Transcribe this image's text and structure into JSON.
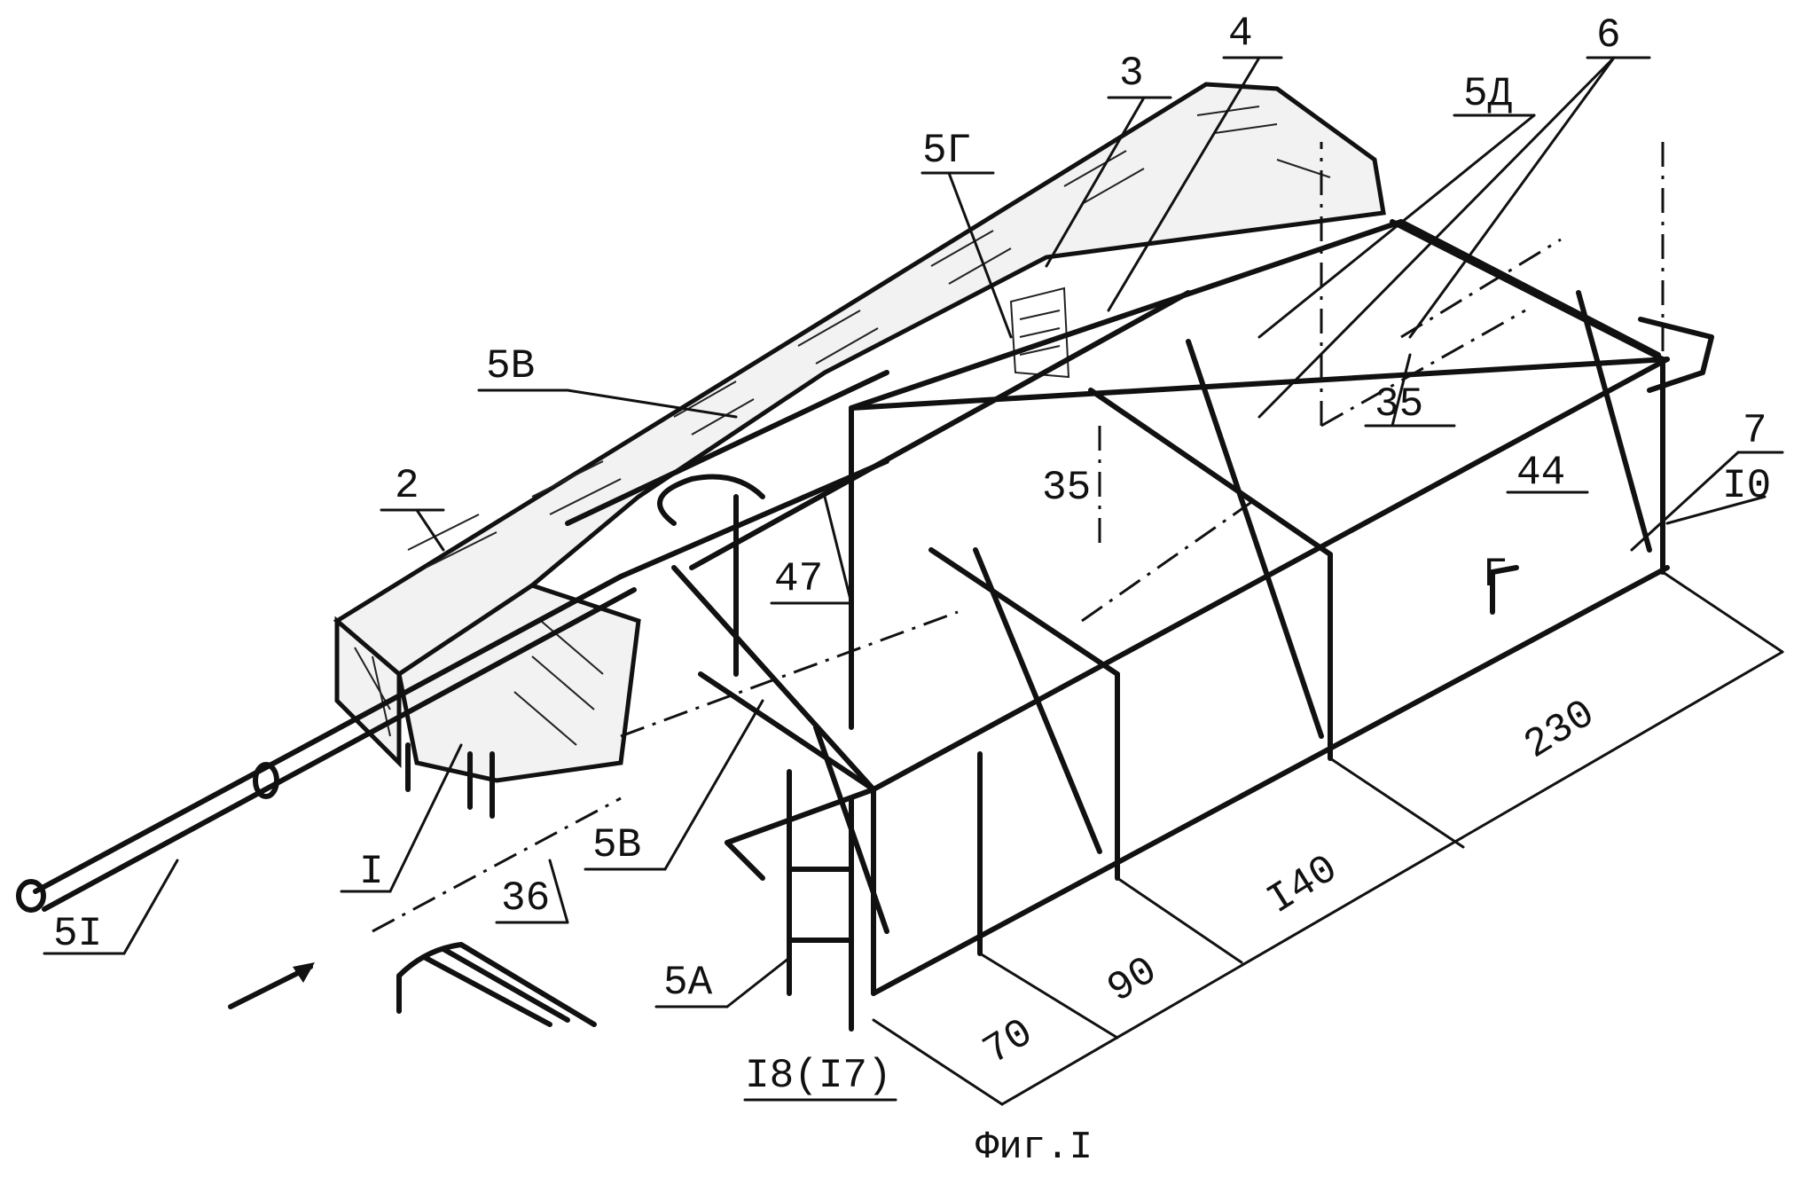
{
  "caption": "Фиг.I",
  "labels": [
    {
      "id": "l4",
      "text": "4"
    },
    {
      "id": "l6",
      "text": "6"
    },
    {
      "id": "l3",
      "text": "3"
    },
    {
      "id": "l5D",
      "text": "5Д"
    },
    {
      "id": "l5G",
      "text": "5Г"
    },
    {
      "id": "l5V",
      "text": "5В"
    },
    {
      "id": "l35a",
      "text": "35"
    },
    {
      "id": "l35b",
      "text": "35"
    },
    {
      "id": "l7",
      "text": "7"
    },
    {
      "id": "l44",
      "text": "44"
    },
    {
      "id": "l10",
      "text": "I0"
    },
    {
      "id": "l2",
      "text": "2"
    },
    {
      "id": "l47",
      "text": "47"
    },
    {
      "id": "l5V2",
      "text": "5В"
    },
    {
      "id": "l1",
      "text": "I"
    },
    {
      "id": "l36",
      "text": "36"
    },
    {
      "id": "l51",
      "text": "5I"
    },
    {
      "id": "l5A",
      "text": "5А"
    },
    {
      "id": "l18",
      "text": "I8(I7)"
    },
    {
      "id": "lG",
      "text": "Г"
    }
  ],
  "dimensions": [
    {
      "id": "d70",
      "text": "70"
    },
    {
      "id": "d90",
      "text": "90"
    },
    {
      "id": "d140",
      "text": "I40"
    },
    {
      "id": "d230",
      "text": "230"
    }
  ]
}
